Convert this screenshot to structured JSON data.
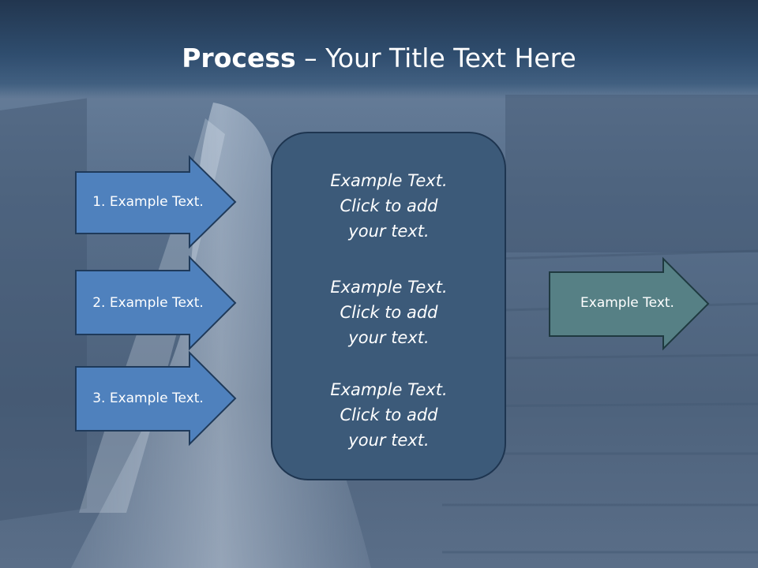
{
  "title": {
    "bold": "Process",
    "rest": " – Your Title Text Here"
  },
  "inputs": [
    {
      "label": "1. Example Text."
    },
    {
      "label": "2. Example Text."
    },
    {
      "label": "3. Example Text."
    }
  ],
  "center": {
    "blocks": [
      {
        "line1": "Example Text.",
        "line2": "Click  to add",
        "line3": "your text."
      },
      {
        "line1": "Example Text.",
        "line2": "Click  to add",
        "line3": "your text."
      },
      {
        "line1": "Example Text.",
        "line2": "Click  to add",
        "line3": "your text."
      }
    ]
  },
  "output": {
    "label": "Example Text."
  },
  "colors": {
    "input_arrow_fill": "#4f81bd",
    "input_arrow_stroke": "#1f3a5a",
    "center_fill": "#3c5a79",
    "center_stroke": "#1e3550",
    "output_arrow_fill": "#568085",
    "output_arrow_stroke": "#1f3a40",
    "title_bar": "#2f4d6e"
  }
}
